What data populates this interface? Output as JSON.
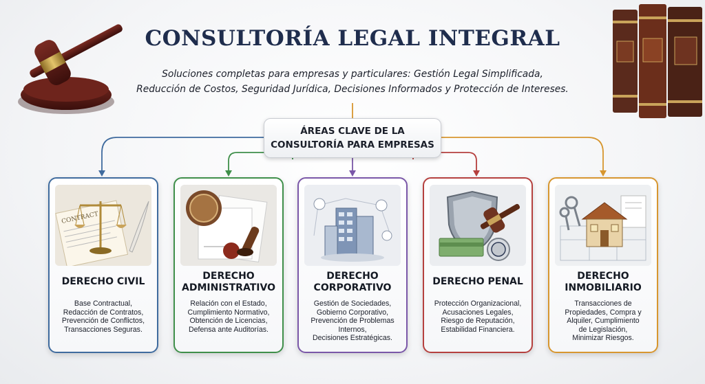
{
  "header": {
    "title": "CONSULTORÍA LEGAL INTEGRAL",
    "subtitle_line1": "Soluciones completas para empresas y particulares: Gestión Legal Simplificada,",
    "subtitle_line2": "Reducción de Costos, Seguridad Jurídica, Decisiones Informados y Protección de Intereses."
  },
  "hub": {
    "line1": "ÁREAS CLAVE DE LA",
    "line2": "CONSULTORÍA PARA EMPRESAS"
  },
  "colors": {
    "title": "#1f2d4d",
    "civil": "#3f6b9e",
    "administrativo": "#3f8f4a",
    "corporativo": "#7a57a8",
    "penal": "#b5403e",
    "inmobiliario": "#d7962f",
    "hub_stem": "#d7962f"
  },
  "cards": [
    {
      "id": "civil",
      "title_lines": [
        "DERECHO CIVIL"
      ],
      "desc_lines": [
        "Base Contractual,",
        "Redacción de Contratos,",
        "Prevención de Conflictos,",
        "Transacciones Seguras."
      ],
      "image_text": "CONTRACT",
      "icon": "scales-contract-quill-icon"
    },
    {
      "id": "administrativo",
      "title_lines": [
        "DERECHO",
        "ADMINISTRATIVO"
      ],
      "desc_lines": [
        "Relación con el Estado,",
        "Cumplimiento Normativo,",
        "Obtención de Licencias,",
        "Defensa ante Auditorías."
      ],
      "icon": "seal-document-stamp-icon"
    },
    {
      "id": "corporativo",
      "title_lines": [
        "DERECHO",
        "CORPORATIVO"
      ],
      "desc_lines": [
        "Gestión de Sociedades,",
        "Gobierno Corporativo,",
        "Prevención de Problemas",
        "Internos,",
        "Decisiones Estratégicas."
      ],
      "icon": "corporate-building-network-icon"
    },
    {
      "id": "penal",
      "title_lines": [
        "DERECHO PENAL"
      ],
      "desc_lines": [
        "Protección Organizacional,",
        "Acusaciones Legales,",
        "Riesgo de Reputación,",
        "Estabilidad Financiera."
      ],
      "icon": "shield-gavel-money-icon"
    },
    {
      "id": "inmobiliario",
      "title_lines": [
        "DERECHO",
        "INMOBILIARIO"
      ],
      "desc_lines": [
        "Transacciones de",
        "Propiedades, Compra y",
        "Alquiler, Cumplimiento",
        "de Legislación,",
        "Minimizar Riesgos."
      ],
      "icon": "house-keys-blueprint-icon"
    }
  ],
  "decorations": {
    "left": "gavel-icon",
    "right": "law-books-icon"
  }
}
